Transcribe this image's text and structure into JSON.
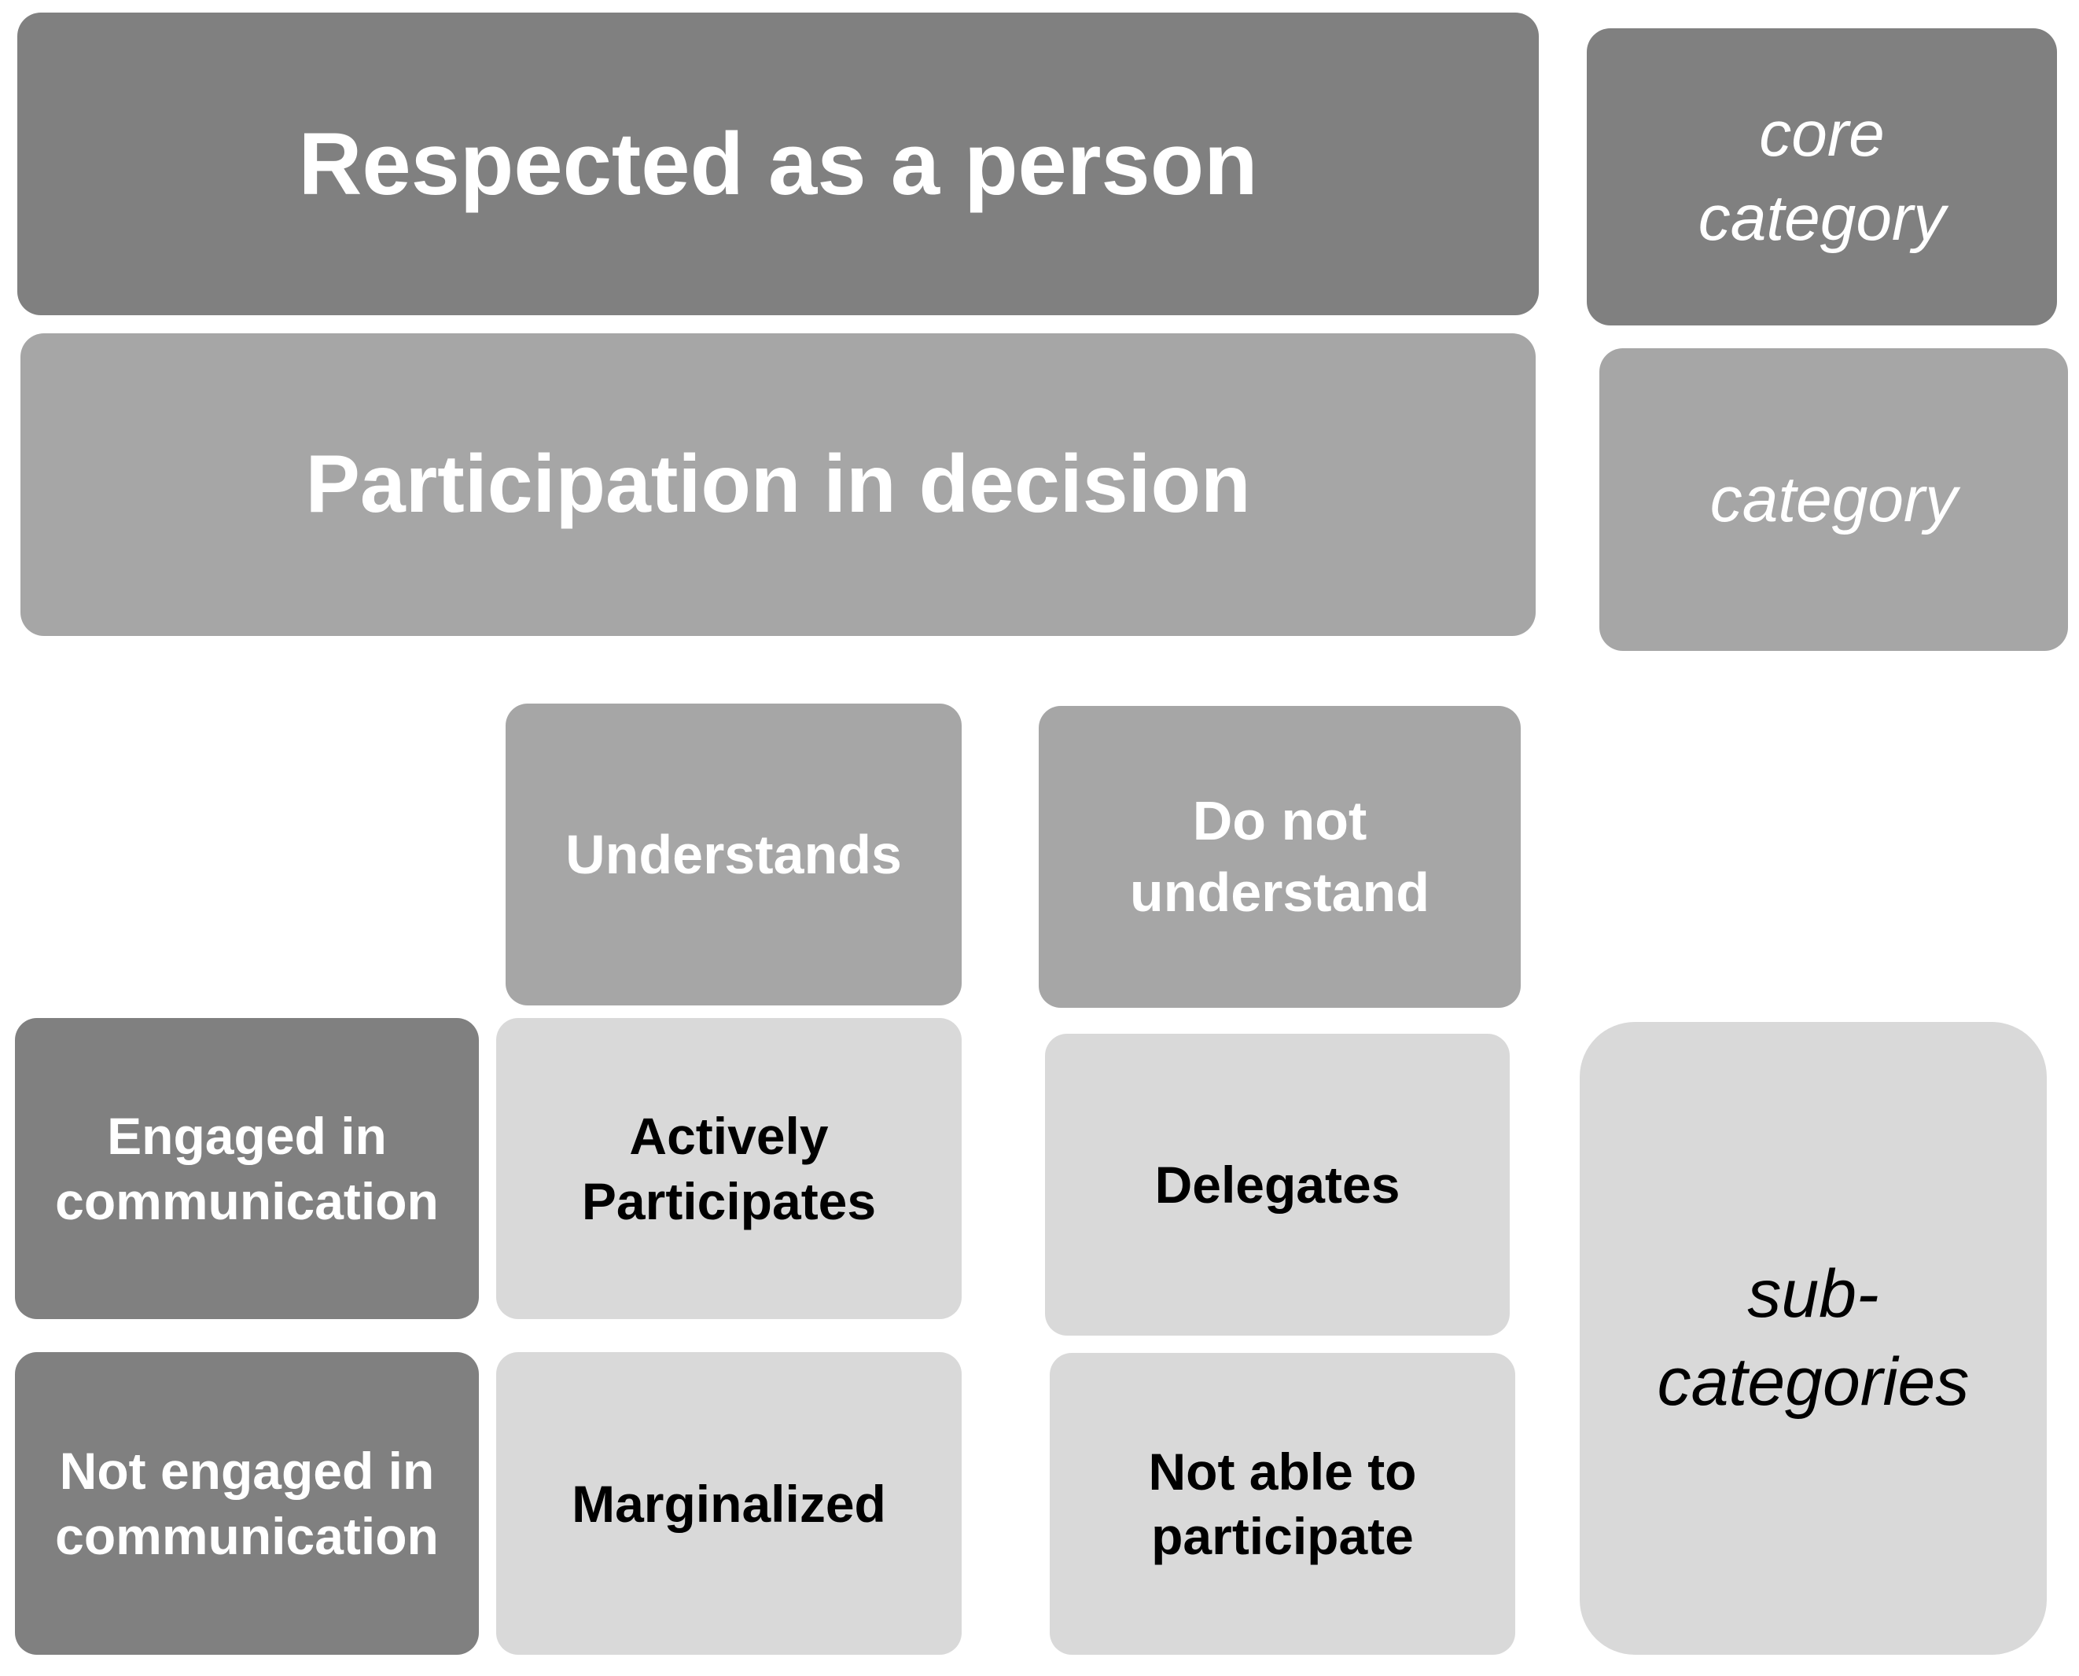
{
  "core": {
    "title": "Respected as a person",
    "legend": "core\ncategory",
    "color": "#808080",
    "text_color": "#ffffff"
  },
  "category": {
    "title": "Participation in decision",
    "legend": "category",
    "color": "#a6a6a6",
    "text_color": "#ffffff"
  },
  "columns": {
    "understands": "Understands",
    "do_not_understand": "Do not\nunderstand"
  },
  "rows": {
    "engaged": "Engaged in\ncommunication",
    "not_engaged": "Not engaged in\ncommunication"
  },
  "cells": {
    "engaged_understands": "Actively\nParticipates",
    "engaged_not_understand": "Delegates",
    "not_engaged_understands": "Marginalized",
    "not_engaged_not_understand": "Not able to\nparticipate"
  },
  "subcategories_legend": "sub-\ncategories",
  "colors": {
    "dark": "#808080",
    "mid": "#a6a6a6",
    "light": "#d9d9d9",
    "dark_text": "#000000",
    "light_text": "#ffffff"
  }
}
